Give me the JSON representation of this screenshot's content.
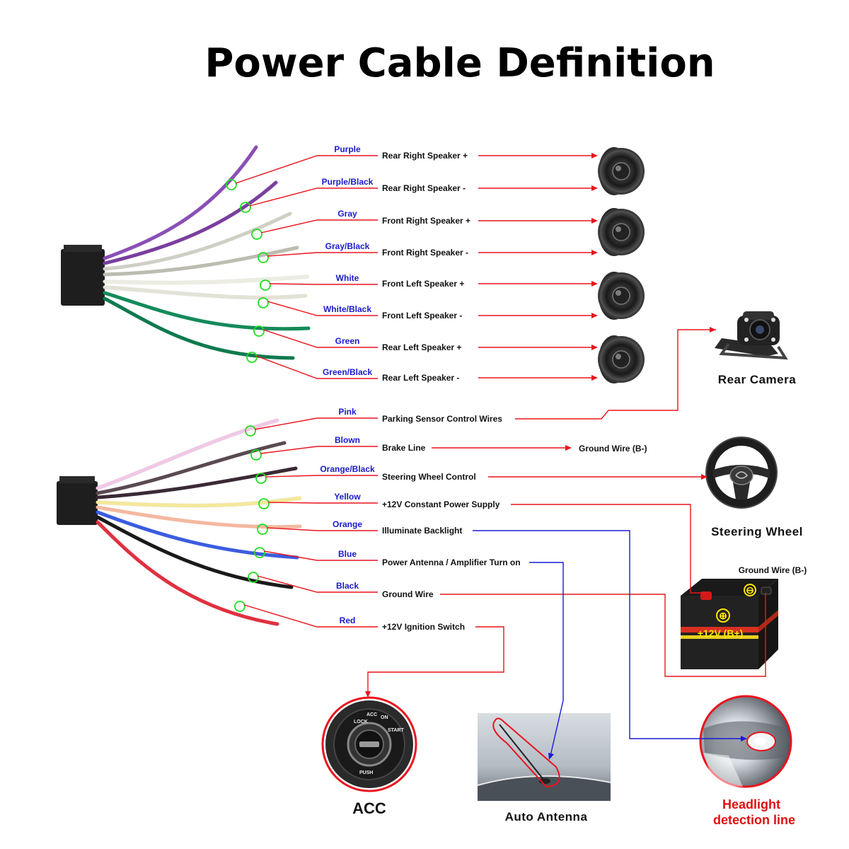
{
  "title": "Power Cable Definition",
  "top_harness": [
    {
      "color": "Purple",
      "function": "Rear Right Speaker +",
      "wire_hex": "#8a4fb6"
    },
    {
      "color": "Purple/Black",
      "function": "Rear Right Speaker -",
      "wire_hex": "#7a3f9e"
    },
    {
      "color": "Gray",
      "function": "Front Right Speaker +",
      "wire_hex": "#cfcfc5"
    },
    {
      "color": "Gray/Black",
      "function": "Front Right Speaker -",
      "wire_hex": "#bcbcb0"
    },
    {
      "color": "White",
      "function": "Front Left Speaker +",
      "wire_hex": "#ecece2"
    },
    {
      "color": "White/Black",
      "function": "Front Left Speaker -",
      "wire_hex": "#e2e2d6"
    },
    {
      "color": "Green",
      "function": "Rear Left Speaker +",
      "wire_hex": "#148a5a"
    },
    {
      "color": "Green/Black",
      "function": "Rear Left Speaker -",
      "wire_hex": "#0f7a4e"
    }
  ],
  "bottom_harness": [
    {
      "color": "Pink",
      "function": "Parking Sensor Control Wires",
      "wire_hex": "#f0c8e6"
    },
    {
      "color": "Blown",
      "function": "Brake Line",
      "wire_hex": "#5a4a52"
    },
    {
      "color": "Orange/Black",
      "function": "Steering Wheel Control",
      "wire_hex": "#3a2a36"
    },
    {
      "color": "Yellow",
      "function": "+12V Constant Power Supply",
      "wire_hex": "#f4e89a"
    },
    {
      "color": "Orange",
      "function": "Illuminate Backlight",
      "wire_hex": "#f4b8a0"
    },
    {
      "color": "Blue",
      "function": "Power Antenna / Amplifier Turn on",
      "wire_hex": "#3c5ce0"
    },
    {
      "color": "Black",
      "function": "Ground Wire",
      "wire_hex": "#1a1a1a"
    },
    {
      "color": "Red",
      "function": "+12V  Ignition Switch",
      "wire_hex": "#e03040"
    }
  ],
  "brake_target": "Ground Wire (B-)",
  "battery_ground": "Ground Wire (B-)",
  "battery_label": "+12V  (B+)",
  "battery_plus": "⊕",
  "battery_minus": "⊖",
  "rear_camera": "Rear Camera",
  "steering_wheel": "Steering Wheel",
  "acc": "ACC",
  "auto_antenna": "Auto Antenna",
  "headlight_line1": "Headlight",
  "headlight_line2": "detection line",
  "ignition_key_text": {
    "lock": "LOCK",
    "acc": "ACC",
    "on": "ON",
    "start": "START",
    "push": "PUSH"
  },
  "colors": {
    "red_line": "#e8141e",
    "blue_line": "#1a1ad8",
    "marker": "#22dd22",
    "wire_label": "#1a1acc"
  }
}
